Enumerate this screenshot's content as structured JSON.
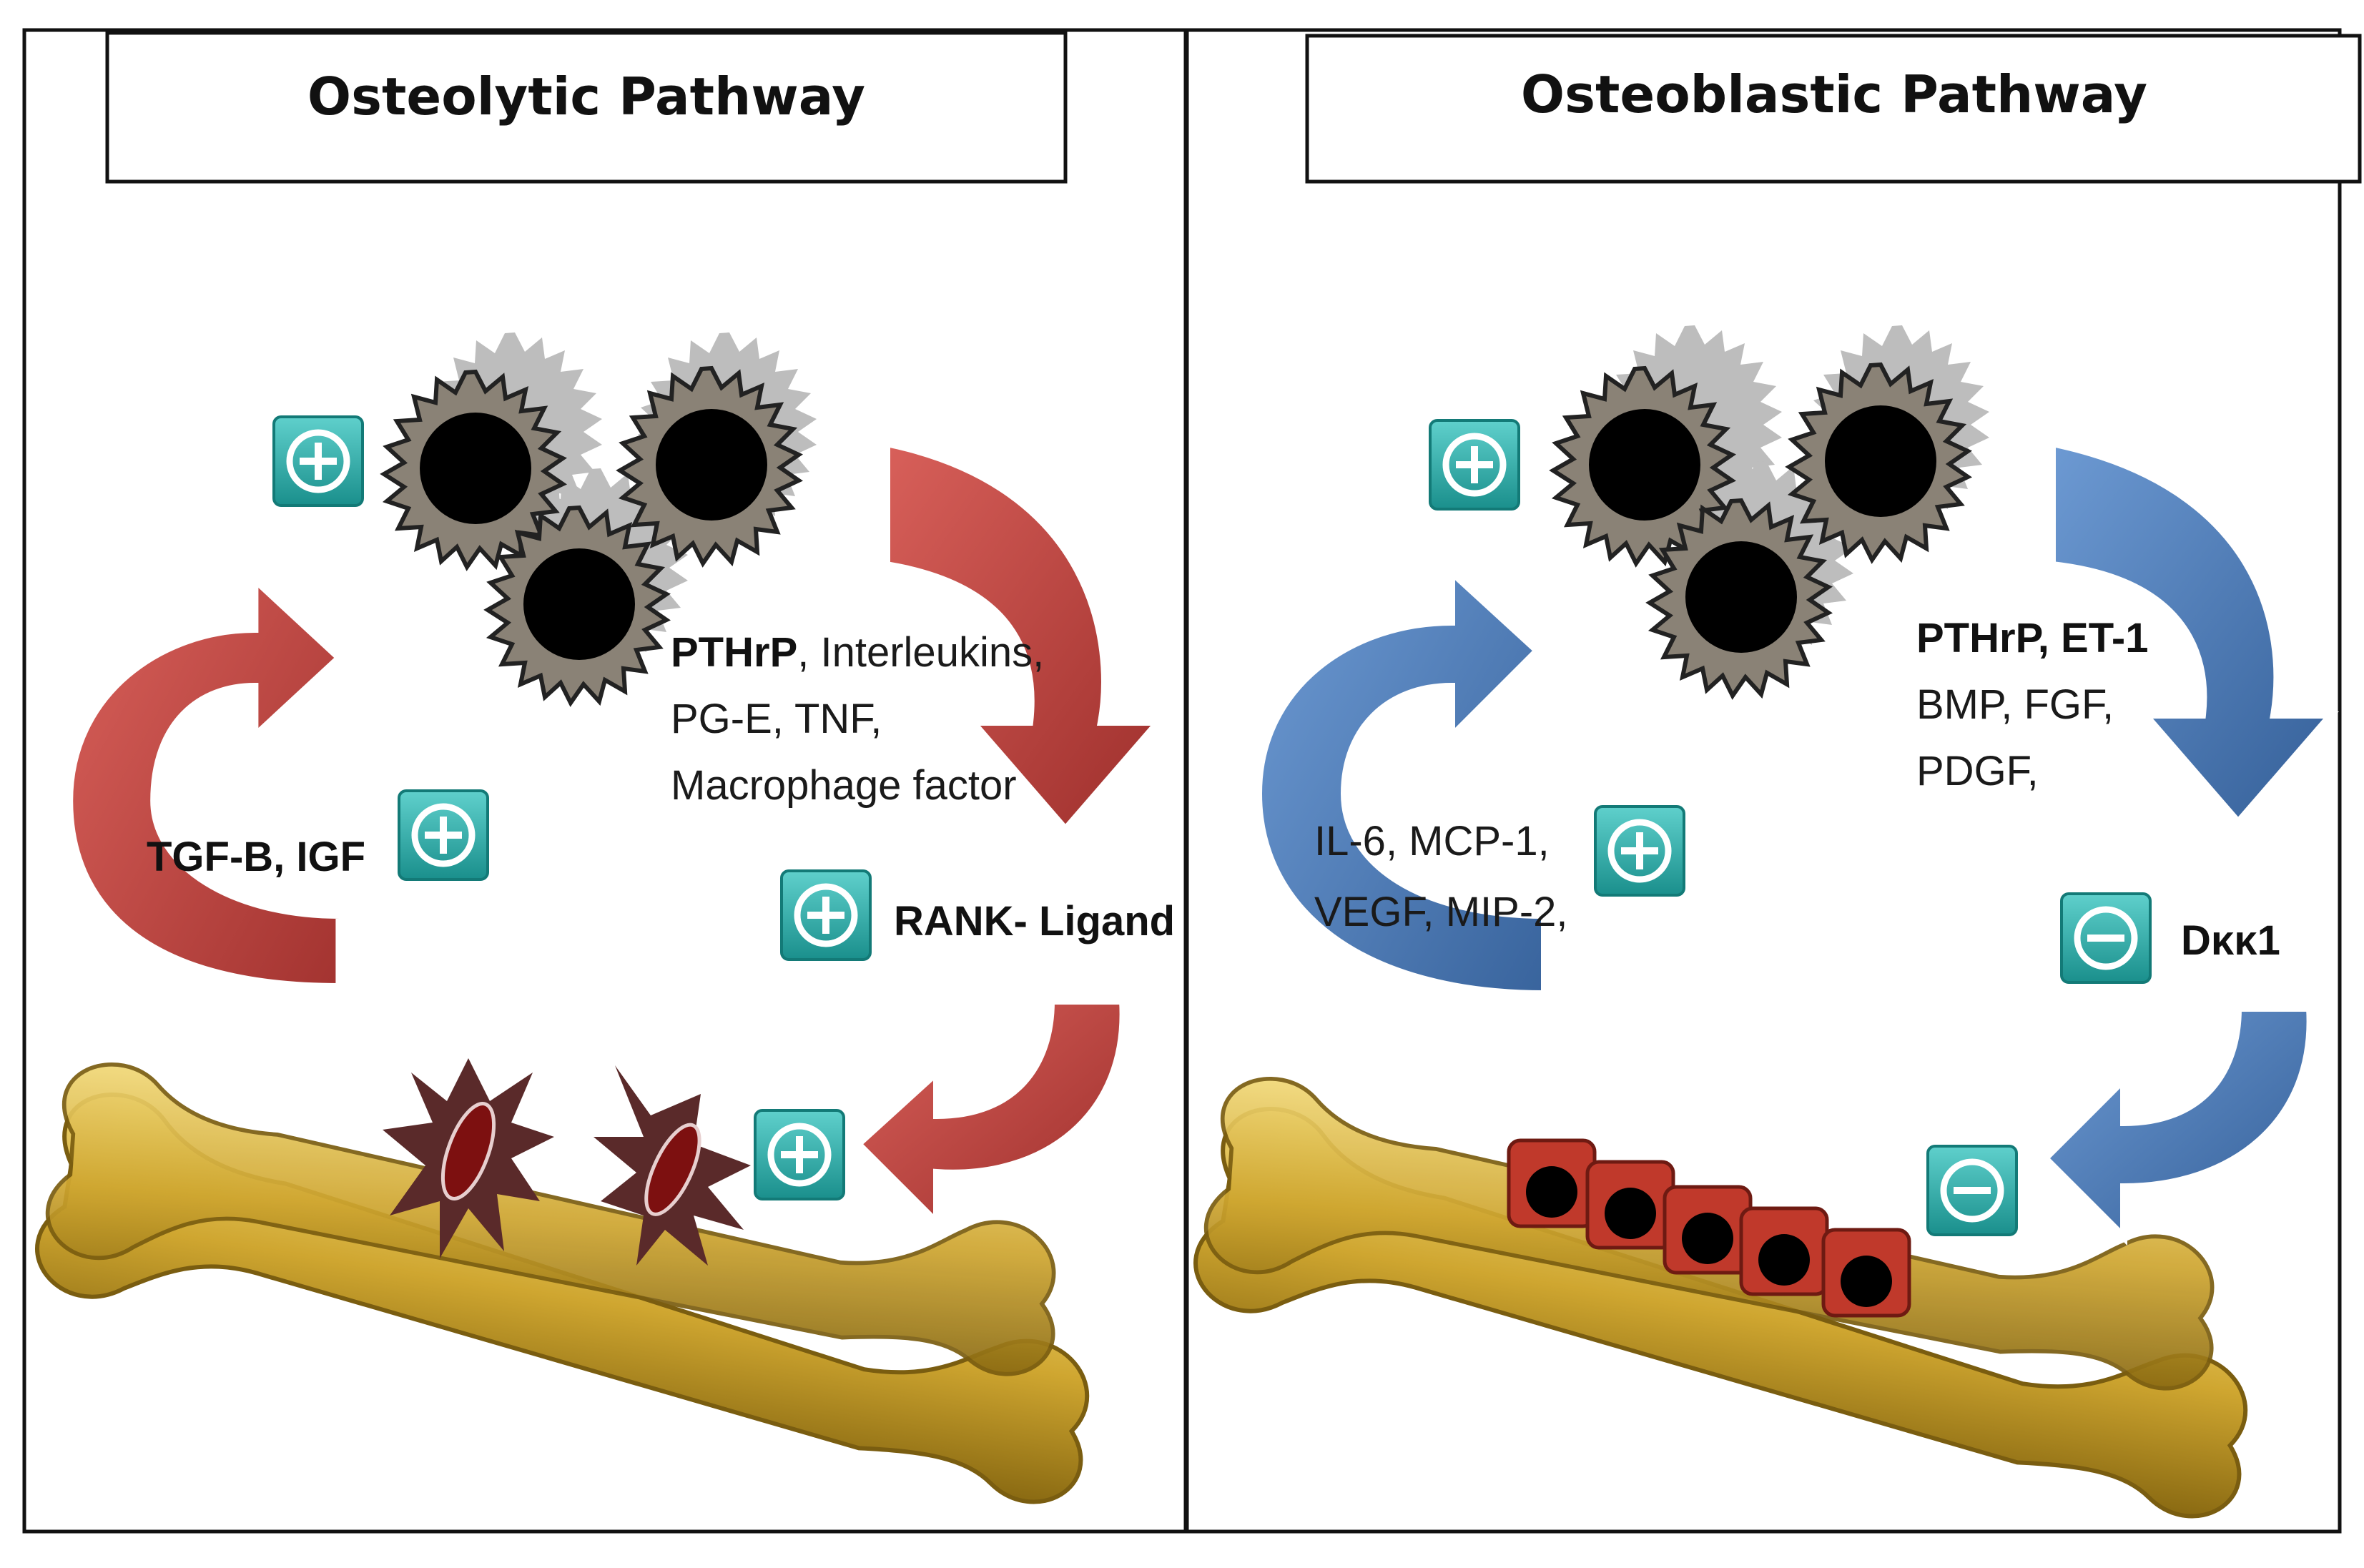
{
  "panels": {
    "left": {
      "title": "Osteolytic Pathway",
      "tumor_factors": {
        "bold": "PTHrP",
        "line1_rest": ", Interleukins,",
        "line2": "PG-E, TNF,",
        "line3": "Macrophage factor"
      },
      "bone_factor": "TGF-B, IGF",
      "rank_label": "RANK- Ligand",
      "arrow_color": "#c9504c",
      "signs": [
        "+",
        "+",
        "+",
        "+"
      ]
    },
    "right": {
      "title": "Osteoblastic Pathway",
      "tumor_factors": {
        "bold": "PTHrP, ET-1",
        "line2": "BMP, FGF,",
        "line3": "PDGF,"
      },
      "bone_factor": {
        "line1": "IL-6, MCP-1,",
        "line2": "VEGF, MIP-2,"
      },
      "inhibitor_label": "Dκκ1",
      "arrow_color": "#4f81bd",
      "signs": [
        "+",
        "+",
        "−",
        "−"
      ]
    }
  },
  "colors": {
    "bone": "#d9b43a",
    "tumor_cell": "#000000",
    "osteoclast": "#5a2a2a",
    "osteoblast": "#c0392b",
    "sign_badge": "#2aa9a6"
  },
  "icons": [
    "plus-badge-icon",
    "minus-badge-icon",
    "tumor-cell-icon",
    "bone-icon",
    "osteoclast-icon",
    "osteoblast-icon",
    "curved-arrow-icon"
  ]
}
